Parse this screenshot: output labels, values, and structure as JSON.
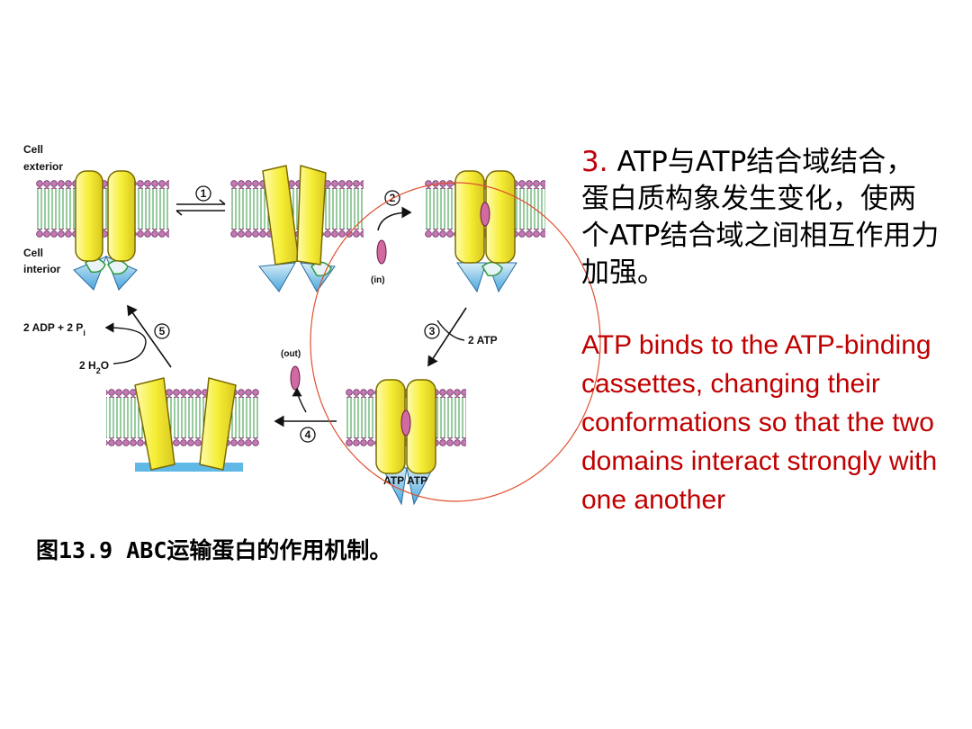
{
  "figure": {
    "labels": {
      "cell_exterior_1": "Cell",
      "cell_exterior_2": "exterior",
      "cell_interior_1": "Cell",
      "cell_interior_2": "interior",
      "step1": "1",
      "step2": "2",
      "step3": "3",
      "step4": "4",
      "step5": "5",
      "in": "(in)",
      "out": "(out)",
      "atp2": "2 ATP",
      "adp_pi": "2 ADP + 2 P",
      "pi_sub": "i",
      "h2o_pre": "2 H",
      "h2o_sub": "2",
      "h2o_post": "O",
      "atp_a": "ATP",
      "atp_b": "ATP"
    },
    "caption": "图13.9 ABC运输蛋白的作用机制。"
  },
  "text": {
    "zh_number": "3.",
    "zh_body": "ATP与ATP结合域结合，蛋白质构象发生变化，使两个ATP结合域之间相互作用力加强。",
    "en_body": "ATP binds to the ATP-binding cassettes, changing their conformations so that the two domains interact strongly with one another"
  },
  "colors": {
    "zh_number": "#c0000c",
    "en_text": "#c00000",
    "protein": "#f4ee3c",
    "nbd": "#5fb8e6",
    "lipid_head": "#c478b4",
    "lipid_tail": "#2e9a3c",
    "substrate": "#d06aa0",
    "circle": "#e05030"
  }
}
